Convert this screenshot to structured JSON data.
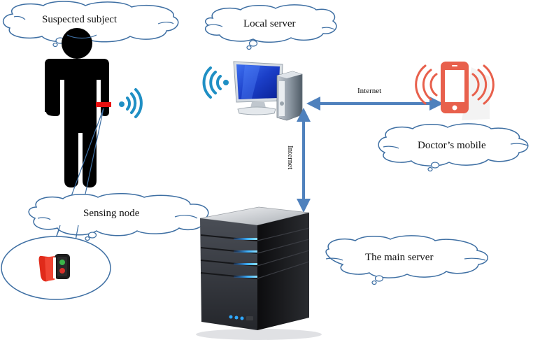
{
  "diagram": {
    "title": "Remote health monitoring system",
    "nodes": {
      "subject": {
        "label": "Suspected subject",
        "icon": "person-icon"
      },
      "sensing_node": {
        "label": "Sensing node",
        "icon": "smartwatch-icon"
      },
      "local_server": {
        "label": "Local server",
        "icon": "desktop-computer-icon"
      },
      "doctor_mobile": {
        "label": "Doctor’s mobile",
        "icon": "smartphone-icon"
      },
      "main_server": {
        "label": "The main server",
        "icon": "server-tower-icon"
      }
    },
    "links": [
      {
        "from": "local_server",
        "to": "doctor_mobile",
        "label": "Internet",
        "direction": "bidirectional"
      },
      {
        "from": "local_server",
        "to": "main_server",
        "label": "Internet",
        "direction": "bidirectional"
      }
    ],
    "colors": {
      "cloud_stroke": "#3e6fa3",
      "arrow": "#4f81bd",
      "wifi": "#1f8fc4",
      "phone": "#e8604c",
      "band": "#e81010"
    }
  }
}
